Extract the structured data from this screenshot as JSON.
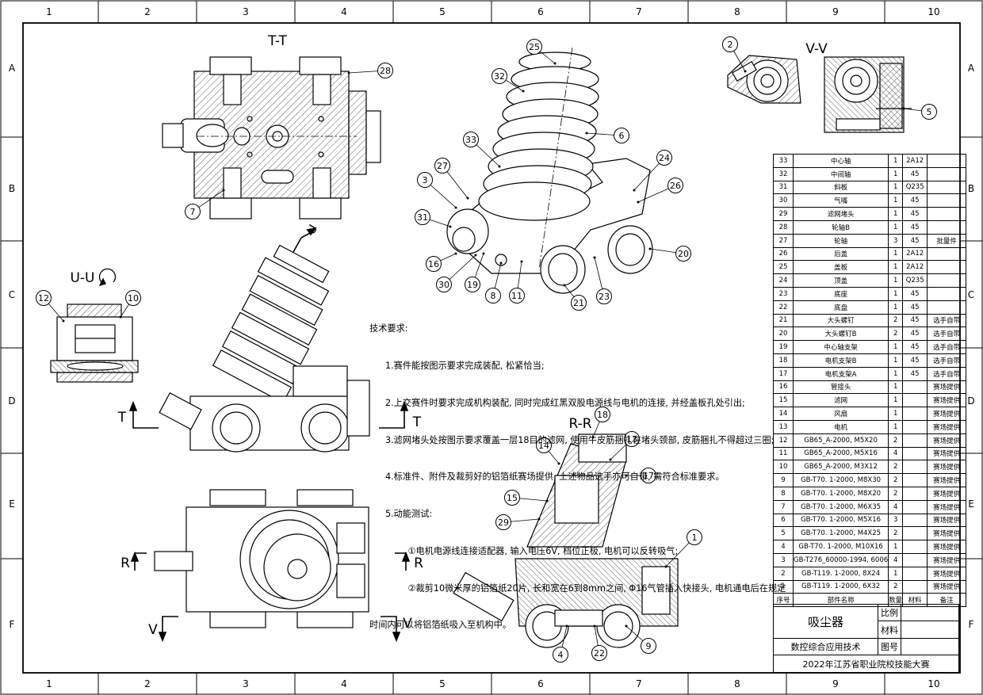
{
  "grid": {
    "cols": [
      "1",
      "2",
      "3",
      "4",
      "5",
      "6",
      "7",
      "8",
      "9",
      "10"
    ],
    "rows": [
      "A",
      "B",
      "C",
      "D",
      "E",
      "F"
    ]
  },
  "views": {
    "tt": "T-T",
    "vv": "V-V",
    "uu": "U-U",
    "rr": "R-R",
    "cut_t": "T",
    "cut_u": "U",
    "cut_r": "R",
    "cut_v": "V"
  },
  "balloons": [
    "25",
    "32",
    "6",
    "33",
    "24",
    "27",
    "26",
    "3",
    "31",
    "16",
    "30",
    "19",
    "8",
    "11",
    "21",
    "23",
    "20",
    "28",
    "7",
    "2",
    "5",
    "12",
    "10",
    "18",
    "13",
    "14",
    "17",
    "15",
    "29",
    "1",
    "4",
    "22",
    "9"
  ],
  "notes": {
    "heading": "技术要求:",
    "items": [
      "1.赛件能按图示要求完成装配, 松紧恰当;",
      "2.上交赛件时要求完成机构装配, 同时完成红黑双股电源线与电机的连接, 并经盖板孔处引出;",
      "3.滤网堵头处按图示要求覆盖一层18目的滤网, 使用牛皮筋捆扎在堵头颈部, 皮筋捆扎不得超过三圈;",
      "4.标准件、附件及裁剪好的铝箔纸赛场提供, 上述物品选手亦可自带, 需符合标准要求。",
      "5.动能测试:",
      "        ①电机电源线连接适配器, 输入电压6V, 档位正极, 电机可以反转吸气;",
      "        ②裁剪10微米厚的铝箔纸20片, 长和宽在6到8mm之间, Φ16气管插入快接头, 电机通电后在规定",
      "时间内可以将铝箔纸吸入至机构中。"
    ]
  },
  "bom": [
    [
      "33",
      "中心轴",
      "1",
      "2A12",
      ""
    ],
    [
      "32",
      "中间轴",
      "1",
      "45",
      ""
    ],
    [
      "31",
      "斜板",
      "1",
      "Q235",
      ""
    ],
    [
      "30",
      "气嘴",
      "1",
      "45",
      ""
    ],
    [
      "29",
      "滤网堵头",
      "1",
      "45",
      ""
    ],
    [
      "28",
      "轮轴B",
      "1",
      "45",
      ""
    ],
    [
      "27",
      "轮轴",
      "3",
      "45",
      "批量件"
    ],
    [
      "26",
      "后盖",
      "1",
      "2A12",
      ""
    ],
    [
      "25",
      "盖板",
      "1",
      "2A12",
      ""
    ],
    [
      "24",
      "顶盖",
      "1",
      "Q235",
      ""
    ],
    [
      "23",
      "底座",
      "1",
      "45",
      ""
    ],
    [
      "22",
      "底盘",
      "1",
      "45",
      ""
    ],
    [
      "21",
      "大头螺钉",
      "2",
      "45",
      "选手自带"
    ],
    [
      "20",
      "大头螺钉B",
      "2",
      "45",
      "选手自带"
    ],
    [
      "19",
      "中心轴支架",
      "1",
      "45",
      "选手自带"
    ],
    [
      "18",
      "电机支架B",
      "1",
      "45",
      "选手自带"
    ],
    [
      "17",
      "电机支架A",
      "1",
      "45",
      "选手自带"
    ],
    [
      "16",
      "管接头",
      "1",
      "",
      "赛场提供"
    ],
    [
      "15",
      "滤网",
      "1",
      "",
      "赛场提供"
    ],
    [
      "14",
      "风扇",
      "1",
      "",
      "赛场提供"
    ],
    [
      "13",
      "电机",
      "1",
      "",
      "赛场提供"
    ],
    [
      "12",
      "GB65_A-2000, M5X20",
      "2",
      "",
      "赛场提供"
    ],
    [
      "11",
      "GB65_A-2000, M5X16",
      "4",
      "",
      "赛场提供"
    ],
    [
      "10",
      "GB65_A-2000, M3X12",
      "2",
      "",
      "赛场提供"
    ],
    [
      "9",
      "GB-T70. 1-2000, M8X30",
      "2",
      "",
      "赛场提供"
    ],
    [
      "8",
      "GB-T70. 1-2000, M8X20",
      "2",
      "",
      "赛场提供"
    ],
    [
      "7",
      "GB-T70. 1-2000, M6X35",
      "4",
      "",
      "赛场提供"
    ],
    [
      "6",
      "GB-T70. 1-2000, M5X16",
      "3",
      "",
      "赛场提供"
    ],
    [
      "5",
      "GB-T70. 1-2000, M4X25",
      "2",
      "",
      "赛场提供"
    ],
    [
      "4",
      "GB-T70. 1-2000, M10X16",
      "1",
      "",
      "赛场提供"
    ],
    [
      "3",
      "GB-T276_60000-1994, 6006",
      "4",
      "",
      "赛场提供"
    ],
    [
      "2",
      "GB-T119. 1-2000, 8X24",
      "1",
      "",
      "赛场提供"
    ],
    [
      "1",
      "GB-T119. 1-2000, 6X32",
      "2",
      "",
      "赛场提供"
    ]
  ],
  "bom_header": [
    "序号",
    "部件名称",
    "数量",
    "材料",
    "备注"
  ],
  "title_block": {
    "name": "吸尘器",
    "scale": "比例",
    "material": "材料",
    "drawing_no": "图号",
    "course": "数控综合应用技术",
    "competition": "2022年江苏省职业院校技能大赛"
  }
}
